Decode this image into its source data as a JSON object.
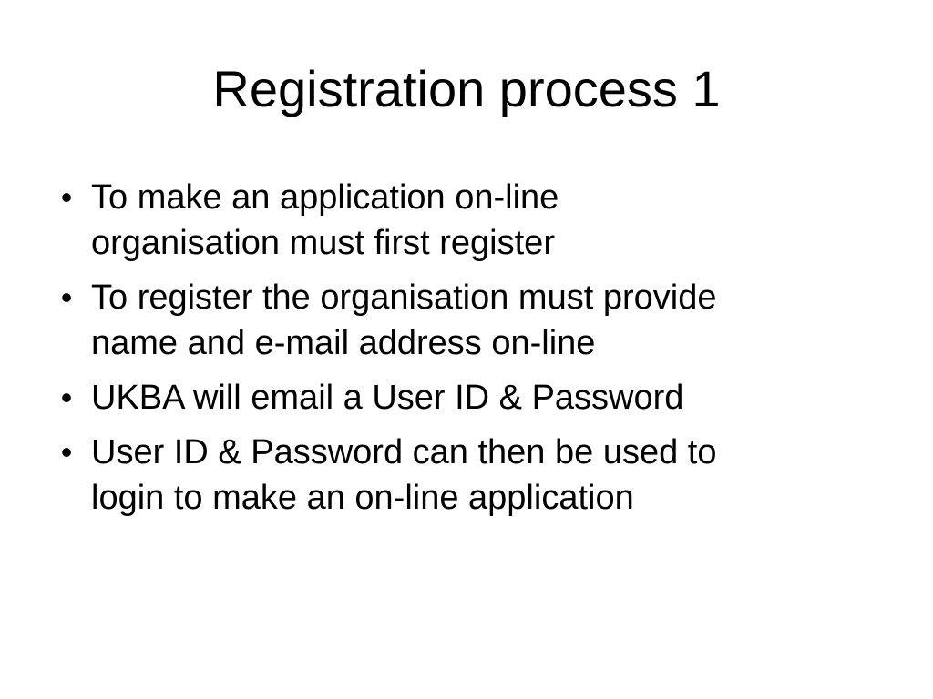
{
  "slide": {
    "title": "Registration process 1",
    "bullet_symbol": "•",
    "bullets": [
      {
        "line1": "To make an application on-line",
        "line2": "organisation must first register"
      },
      {
        "line1": "To register the organisation must provide",
        "line2": "name and e-mail address on-line"
      },
      {
        "line1": "UKBA will email a User ID & Password",
        "line2": ""
      },
      {
        "line1": "User ID & Password can then be used to",
        "line2": "login to make an on-line application"
      }
    ]
  }
}
